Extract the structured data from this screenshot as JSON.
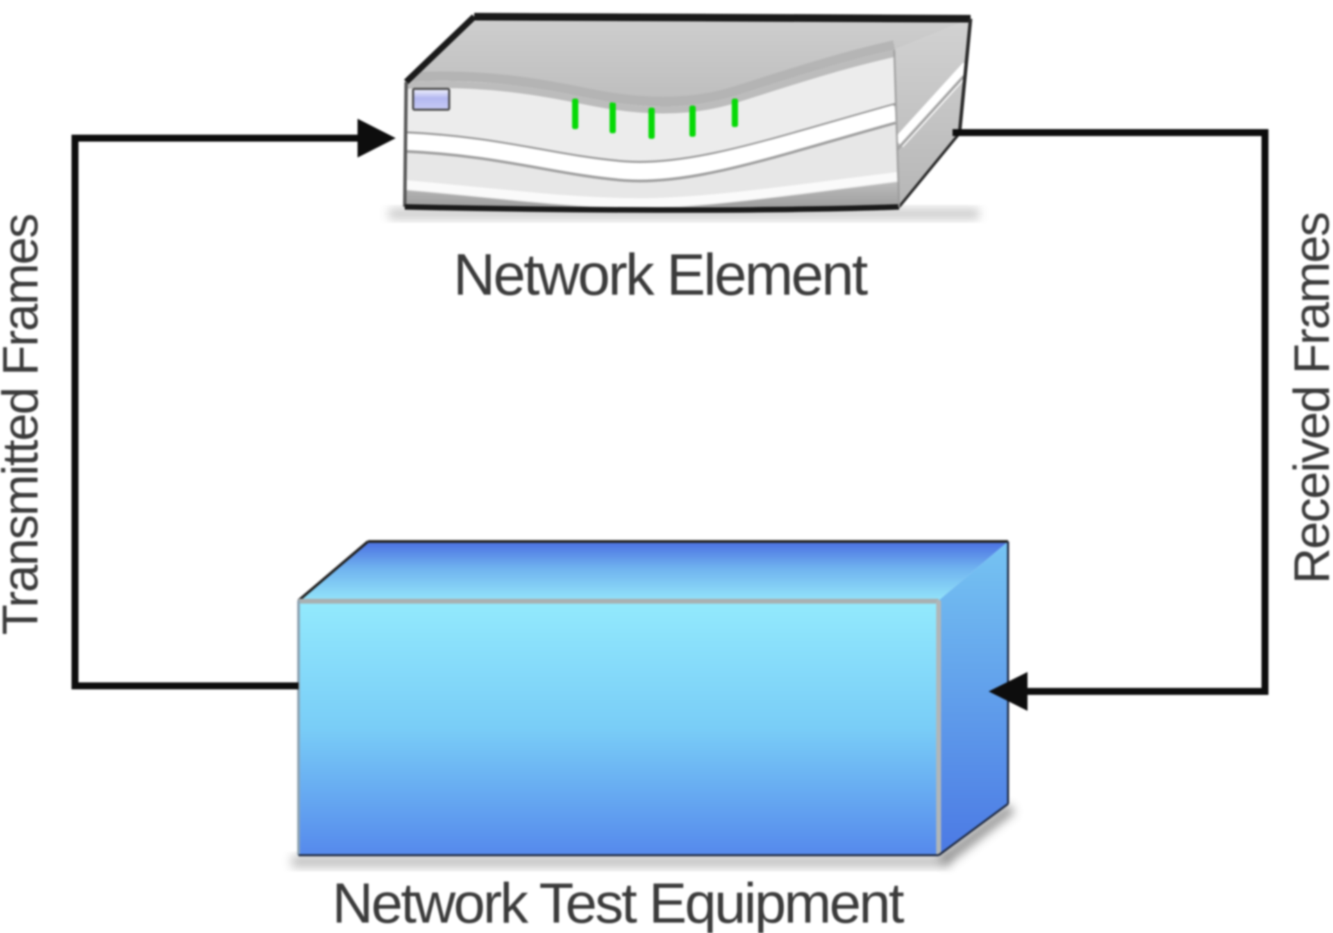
{
  "diagram": {
    "type": "network-test-loopback",
    "nodes": [
      {
        "id": "network-element",
        "label": "Network Element",
        "kind": "network-device",
        "leds_on": 5
      },
      {
        "id": "network-test-equipment",
        "label": "Network Test Equipment",
        "kind": "test-equipment"
      }
    ],
    "flows": [
      {
        "id": "transmitted",
        "label": "Transmitted Frames",
        "from": "network-test-equipment",
        "to": "network-element",
        "side": "left"
      },
      {
        "id": "received",
        "label": "Received Frames",
        "from": "network-element",
        "to": "network-test-equipment",
        "side": "right"
      }
    ]
  },
  "colors": {
    "line_color": "#0d0d0d",
    "label_text": "#3b3b3b",
    "led_green": "#06d906",
    "badge_lavender": "#b3b8f0",
    "device_gray": "#c6c6c6",
    "box_blue_light": "#93eafd",
    "box_blue_dark": "#5589ec"
  }
}
